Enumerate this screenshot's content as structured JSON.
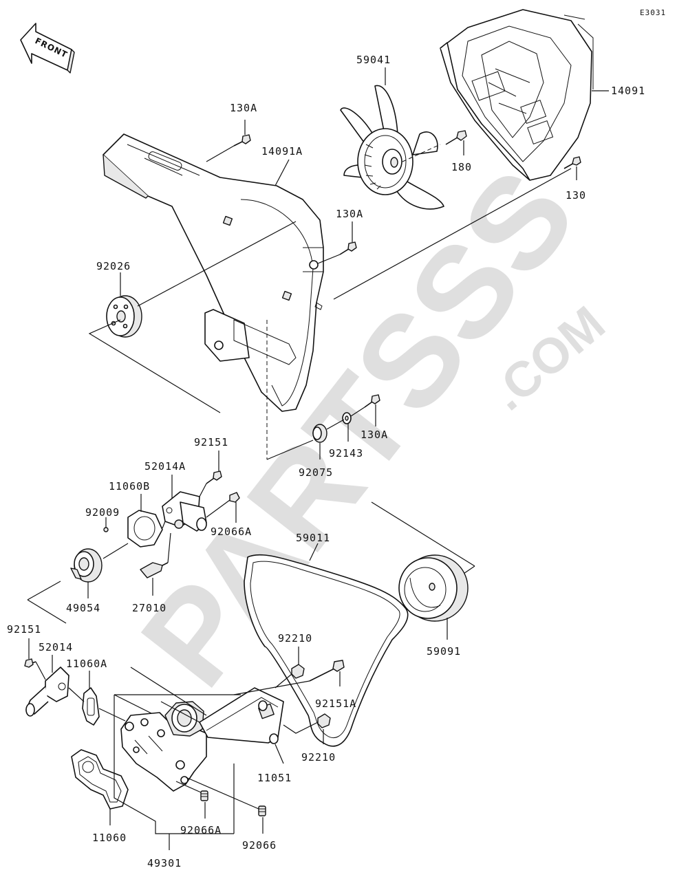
{
  "diagram_code": "E3031",
  "direction_label": "FRONT",
  "watermark": {
    "text": "PARTSSS",
    "suffix": ".COM"
  },
  "labels": {
    "p59041": "59041",
    "p14091": "14091",
    "p130A_top": "130A",
    "p14091A": "14091A",
    "p180": "180",
    "p130": "130",
    "p130A_mid": "130A",
    "p92026": "92026",
    "p130A_low": "130A",
    "p92143": "92143",
    "p92075": "92075",
    "p92151_top": "92151",
    "p52014A": "52014A",
    "p11060B": "11060B",
    "p92009": "92009",
    "p92066A_top": "92066A",
    "p59011": "59011",
    "p27010": "27010",
    "p49054": "49054",
    "p59091": "59091",
    "p92151_left": "92151",
    "p52014": "52014",
    "p11060A": "11060A",
    "p92210_top": "92210",
    "p92151A": "92151A",
    "p92210_low": "92210",
    "p11051": "11051",
    "p11060": "11060",
    "p92066A_low": "92066A",
    "p92066": "92066",
    "p49301": "49301"
  }
}
